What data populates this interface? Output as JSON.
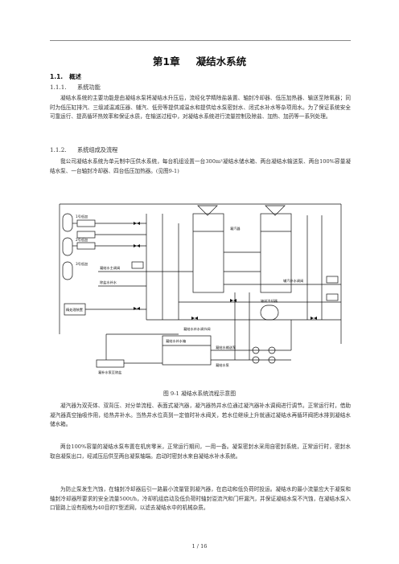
{
  "chapter": {
    "number": "第1章",
    "title": "凝结水系统"
  },
  "section_1": {
    "number": "1.1.",
    "title": "概述"
  },
  "sub_1_1": {
    "number": "1.1.1.",
    "title": "系统功能"
  },
  "para_1": "凝结水系统的主要功能是由凝结水泵将凝结水升压后，流经化学精除盐装置、轴封冷却器、低压加热器、输送至除氧器；同时为低压缸排汽、三级减温减压器、辅汽、低旁等提供减温水和提供给水泵密封水、闭式水补水等杂项用水。为了保证系统安全可靠运行、提高循环热效率和保证水质，在输送过程中，对凝结水系统进行流量控制及除盐、加热、加药等一系列处理。",
  "sub_1_2": {
    "number": "1.1.2.",
    "title": "系统组成及流程"
  },
  "para_2": "我公司凝结水系统为单元制中压供水系统，每台机组设置一台300m³凝结水储水箱、两台凝结水输送泵、两台100%容量凝结水泵、一台轴封冷却器、四台低压加热器。(见图9-1)",
  "figure": {
    "labels": {
      "pump1": "1号低加",
      "pump2": "2号低加",
      "pump3": "3号低加",
      "condenser": "凝结水主调阀",
      "deaerator_note": "除盐水补水",
      "supply": "辅汽补水调阀",
      "chem": "精处理装置",
      "gland": "轴封冷却器",
      "tank": "凝结水补水箱",
      "transfer": "凝结水输送泵",
      "cond_pump": "凝结水泵",
      "hotwell": "凝汽器",
      "drain": "凝补水泵至除盐",
      "makeup": "凝结水补水调节阀"
    }
  },
  "caption": "图 9-1 凝结水系统流程示意图",
  "para_3": "凝汽器为双壳体、双背压、对分单流程、表面式凝汽器，凝汽器热井水位通过凝汽器补水调阀进行调节。正常运行时，借助凝汽器真空抽吸作用，给热井补水。当热井水位高到一定值时补水阀关，若水位继续上升就通过凝结水再循环阀把水排到凝结水储水箱。",
  "para_4": "两台100%容量的凝结水泵布置在机房零米，正常运行期间，一用一备。凝泵密封水采用自密封系统，正常运行时，密封水取自凝泵出口，经减压后供至两台凝泵轴端。启动时密封水来自凝结水补水系统。",
  "para_5": "为防止泵发生汽蚀，在轴封冷却器后引一路最小流量管到凝汽器，在启动和低负荷时投运。凝结水的最小流量应大于凝泵和轴封冷却器所要求的安全流量500t/h，冷却机组启动及低负荷时轴封溢流汽和门杆漏汽，并保证凝结水泵不汽蚀，在凝结水泵入口管路上设有规格为40目的T型滤网，以滤去凝结水中的机械杂质。",
  "page_number": "1 / 16"
}
